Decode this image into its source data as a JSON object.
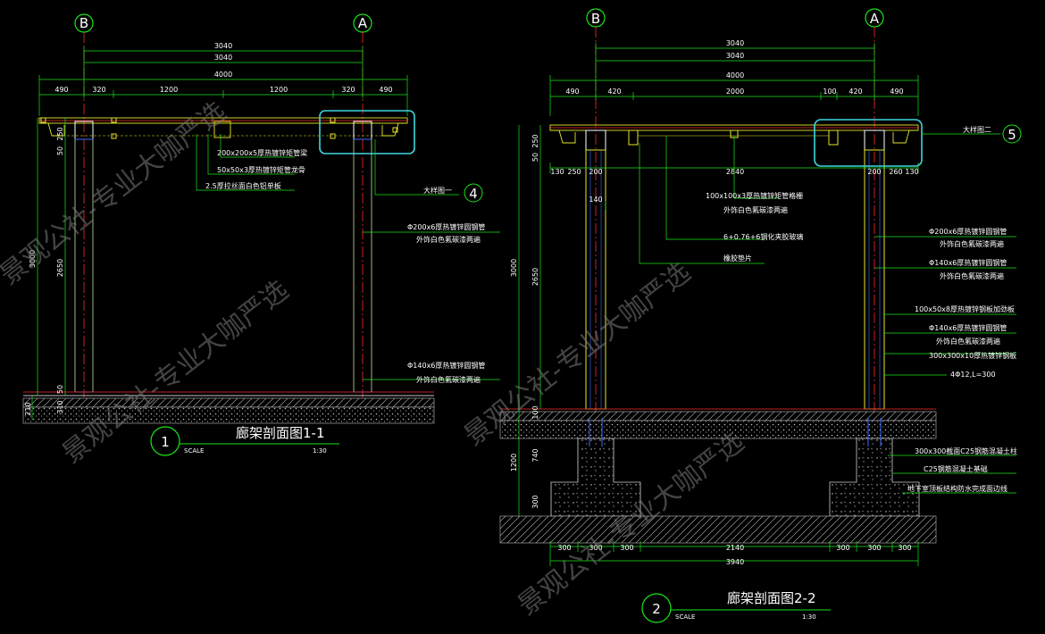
{
  "colors": {
    "background": "#000000",
    "dim_line": "#19e619",
    "axis_red": "#ff2a2a",
    "steel_yellow": "#e6e62a",
    "column_blue": "#3b6bff",
    "white": "#ffffff",
    "highlight_cyan": "#3fd6e0",
    "ground": "#bfbfbf",
    "watermark": "#7a7a7a"
  },
  "left": {
    "axis_labels": [
      "B",
      "A"
    ],
    "dims_top": {
      "row1": "3040",
      "row2": "3040",
      "row3": "4000",
      "row4": [
        "490",
        "320",
        "1200",
        "1200",
        "320",
        "490"
      ]
    },
    "dims_left": [
      "250",
      "50",
      "2650",
      "3000",
      "50",
      "310",
      "210"
    ],
    "notes": [
      "200x200x5厚热镀锌矩管梁",
      "50x50x3厚热镀锌矩管龙骨",
      "2.5厚拉丝面白色铝单板",
      "大样图一",
      "Φ200x6厚热镀锌圆钢管",
      "外饰白色氟碳漆两遍",
      "Φ140x6厚热镀锌圆钢管",
      "外饰白色氟碳漆两遍"
    ],
    "callout_number": "4",
    "title_number": "1",
    "title": "廊架剖面图1-1",
    "scale_label": "SCALE",
    "scale_value": "1:30"
  },
  "right": {
    "axis_labels": [
      "B",
      "A"
    ],
    "dims_top": {
      "row1": "3040",
      "row2": "3040",
      "row3": "4000",
      "row4": [
        "490",
        "420",
        "2000",
        "100",
        "420",
        "490"
      ]
    },
    "dims_mid": [
      "130",
      "250",
      "200",
      "2840",
      "200",
      "260",
      "130"
    ],
    "dim_140": "140",
    "dims_left": [
      "250",
      "50",
      "2650",
      "3000",
      "100",
      "740",
      "1200",
      "300"
    ],
    "notes": [
      "大样图二",
      "100x100x3厚热镀锌矩管格栅",
      "外饰白色氟碳漆两遍",
      "6+0.76+6钢化夹胶玻璃",
      "橡胶垫片",
      "Φ200x6厚热镀锌圆钢管",
      "外饰白色氟碳漆两遍",
      "Φ140x6厚热镀锌圆钢管",
      "外饰白色氟碳漆两遍",
      "100x50x8厚热镀锌钢板加劲板",
      "Φ140x6厚热镀锌圆钢管",
      "外饰白色氟碳漆两遍",
      "300x300x10厚热镀锌钢板",
      "4Φ12,L=300",
      "300x300截面C25钢筋混凝土柱",
      "C25钢筋混凝土基础",
      "地下室顶板结构防水完成面边线"
    ],
    "callout_number": "5",
    "dims_bottom": [
      "300",
      "300",
      "300",
      "2140",
      "300",
      "300",
      "300"
    ],
    "dim_bottom_total": "3940",
    "title_number": "2",
    "title": "廊架剖面图2-2",
    "scale_label": "SCALE",
    "scale_value": "1:30"
  },
  "watermark": [
    "景观公社-专业大咖严选",
    "景观公社-专业大咖严选",
    "景观公社-专业大咖严选",
    "景观公社-专业大咖严选"
  ]
}
